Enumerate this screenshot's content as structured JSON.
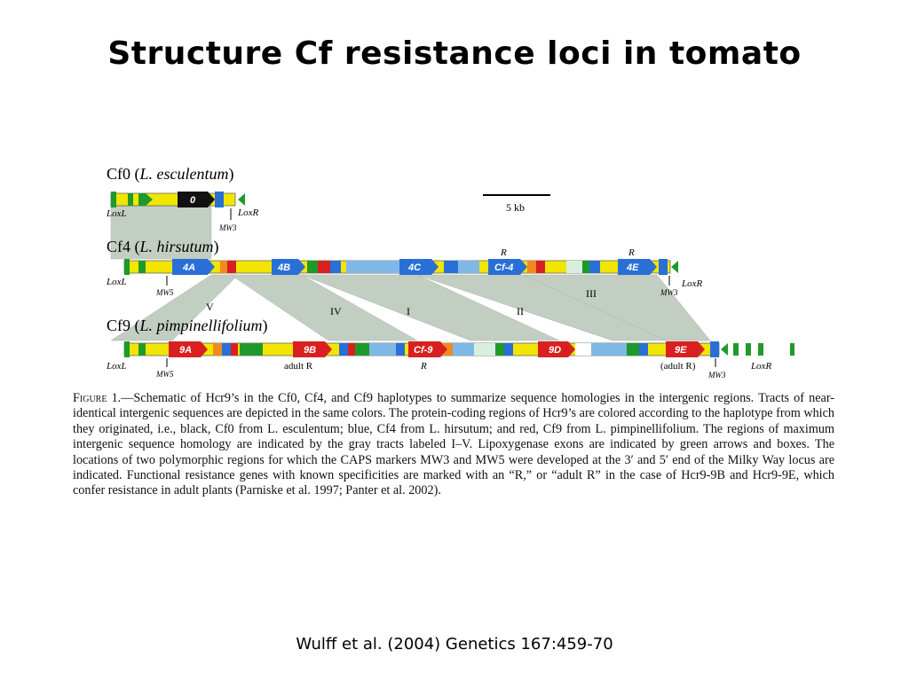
{
  "title": "Structure Cf resistance loci in tomato",
  "citation": "Wulff et al. (2004) Genetics 167:459-70",
  "colors": {
    "black": "#111111",
    "blue": "#2a6fd6",
    "red": "#d92020",
    "yellow": "#f2e600",
    "green": "#1f9a2a",
    "light_blue": "#7fb8e6",
    "orange": "#f08a20",
    "gray_tract": "#b9c6b9"
  },
  "diagram": {
    "scale_bar_label": "5 kb",
    "haplotypes": [
      {
        "name": "Cf0",
        "species": "L. esculentum"
      },
      {
        "name": "Cf4",
        "species": "L. hirsutum"
      },
      {
        "name": "Cf9",
        "species": "L. pimpinellifolium"
      }
    ],
    "genes": {
      "cf0": [
        "0"
      ],
      "cf4": [
        "4A",
        "4B",
        "4C",
        "Cf-4",
        "4E"
      ],
      "cf9": [
        "9A",
        "9B",
        "Cf-9",
        "9D",
        "9E"
      ]
    },
    "markers": {
      "loxl": "LoxL",
      "loxr": "LoxR",
      "mw3": "MW3",
      "mw5": "MW5",
      "r": "R",
      "adult_r": "adult R",
      "adult_r_paren": "(adult R)"
    },
    "tract_labels": [
      "I",
      "II",
      "III",
      "IV",
      "V"
    ]
  },
  "caption": {
    "figure_label": "Figure 1.",
    "text": "—Schematic of Hcr9’s in the Cf0, Cf4, and Cf9 haplotypes to summarize sequence homologies in the intergenic regions. Tracts of near-identical intergenic sequences are depicted in the same colors. The protein-coding regions of Hcr9’s are colored according to the haplotype from which they originated, i.e., black, Cf0 from L. esculentum; blue, Cf4 from L. hirsutum; and red, Cf9 from L. pimpinellifolium. The regions of maximum intergenic sequence homology are indicated by the gray tracts labeled I–V. Lipoxygenase exons are indicated by green arrows and boxes. The locations of two polymorphic regions for which the CAPS markers MW3 and MW5 were developed at the 3′ and 5′ end of the Milky Way locus are indicated. Functional resistance genes with known specificities are marked with an “R,” or “adult R” in the case of Hcr9-9B and Hcr9-9E, which confer resistance in adult plants (Parniske et al. 1997; Panter et al. 2002)."
  }
}
